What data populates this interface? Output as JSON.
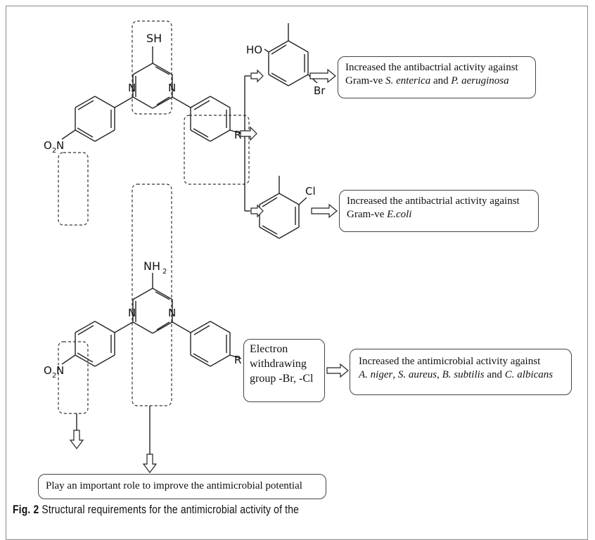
{
  "structure1": {
    "substituent_top": "SH",
    "ring_n_left": "N",
    "ring_n_right": "N",
    "nitro_o": "O",
    "nitro_sub": "2",
    "nitro_n": "N",
    "r_label": "R"
  },
  "structure2": {
    "substituent_top": "NH",
    "substituent_sub": "2",
    "ring_n_left": "N",
    "ring_n_right": "N",
    "nitro_o": "O",
    "nitro_sub": "2",
    "nitro_n": "N",
    "r_label": "R"
  },
  "fragment_phenol": {
    "oh": "HO",
    "br": "Br"
  },
  "fragment_chloro": {
    "cl": "Cl"
  },
  "box_phenol": {
    "line1": "Increased the antibactrial activity against",
    "line2_prefix": "Gram-ve ",
    "line2_org1": "S. enterica",
    "line2_mid": " and ",
    "line2_org2": "P. aeruginosa"
  },
  "box_chloro": {
    "line1": "Increased the antibactrial activity against",
    "line2_prefix": "Gram-ve ",
    "line2_org1": "E.coli"
  },
  "box_ewg": {
    "line1": "Electron",
    "line2": "withdrawing",
    "line3": "group -Br, -Cl"
  },
  "box_antimicrobial": {
    "line1": "Increased the antimicrobial activity against",
    "line2_org1": "A. niger",
    "line2_sep1": ", ",
    "line2_org2": "S. aureus",
    "line2_sep2": ", ",
    "line2_org3": "B. subtilis",
    "line2_mid": " and ",
    "line2_org4": "C. albicans"
  },
  "box_bottom": {
    "text": "Play an important role to improve the antimicrobial potential"
  },
  "caption": {
    "label": "Fig. 2",
    "text": " Structural requirements for the antimicrobial activity of the"
  }
}
